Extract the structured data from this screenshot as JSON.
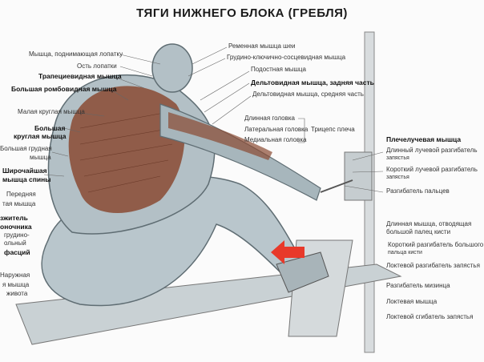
{
  "title": "ТЯГИ НИЖНЕГО БЛОКА (ГРЕБЛЯ)",
  "left_labels": [
    "Мышца, поднимающая лопатку",
    "Ость лопатки",
    "Трапециевидная мышца",
    "Большая ромбовидная мышца",
    "Малая круглая мышца",
    "Большая",
    "круглая мышца",
    "Большая грудная",
    "мышца",
    "Широчайшая",
    "мышца спины",
    "Передняя",
    "тая мышца",
    "зжитель",
    "оночника",
    "грудино-",
    "ольный",
    "фасций",
    "Наружная",
    "я мышца",
    "живота"
  ],
  "top_labels": [
    "Ременная мышца шеи",
    "Грудино-ключично-сосцевидная мышца",
    "Подостная мышца",
    "Дельтовидная мышца, задняя часть",
    "Дельтовидная мышца, средняя часть"
  ],
  "triceps": {
    "heads": [
      "Длинная головка",
      "Латеральная головка",
      "Медиальная головка"
    ],
    "group": "Трицепс плеча"
  },
  "right_labels": [
    "Плечелучевая мышца",
    "Длинный лучевой разгибатель",
    "запястья",
    "Короткий лучевой разгибатель",
    "запястья",
    "Разгибатель пальцев",
    "Длинная мышца, отводящая",
    "большой палец кисти",
    "Короткий разгибатель большого",
    "пальца кисти",
    "Локтевой разгибатель запястья",
    "Разгибатель мизинца",
    "Локтевая мышца",
    "Локтевой сгибатель запястья"
  ],
  "colors": {
    "muscle": "#8a4a32",
    "skin": "#b9c6cc",
    "arrow": "#e8392a"
  }
}
